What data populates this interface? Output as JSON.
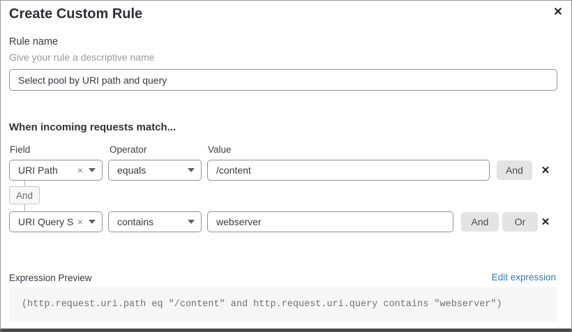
{
  "modal": {
    "title": "Create Custom Rule"
  },
  "icons": {
    "close": "✕",
    "clear": "×",
    "delete": "✕",
    "caret": "caret-down"
  },
  "rule_name": {
    "label": "Rule name",
    "hint": "Give your rule a descriptive name",
    "value": "Select pool by URI path and query"
  },
  "match": {
    "heading": "When incoming requests match...",
    "columns": {
      "field": "Field",
      "operator": "Operator",
      "value": "Value"
    },
    "conditions": [
      {
        "field": "URI Path",
        "operator": "equals",
        "value": "/content",
        "and_label": "And"
      },
      {
        "field": "URI Query St...",
        "operator": "contains",
        "value": "webserver",
        "and_label": "And",
        "or_label": "Or"
      }
    ],
    "joiner": "And"
  },
  "expression": {
    "label": "Expression Preview",
    "edit_link": "Edit expression",
    "code": "(http.request.uri.path eq \"/content\" and http.request.uri.query contains \"webserver\")"
  },
  "colors": {
    "link": "#2e7cb5",
    "button_bg": "#e4e4e4",
    "input_border": "#919191",
    "code_bg": "#f6f6f7",
    "badge_bg": "#f7f7f7",
    "text_dark": "#36393f",
    "text_muted": "#9a9a9a"
  }
}
